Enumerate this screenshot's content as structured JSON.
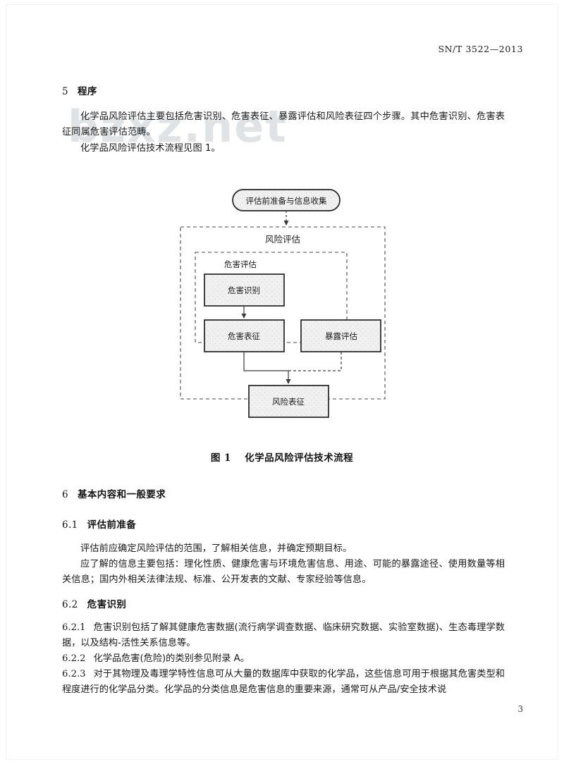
{
  "header": {
    "standard_no": "SN/T 3522—2013"
  },
  "footer": {
    "page_number": "3"
  },
  "watermark": {
    "text": "bzxz.net"
  },
  "sections": [
    {
      "number": "5",
      "title": "程序",
      "paragraphs": [
        "化学品风险评估主要包括危害识别、危害表征、暴露评估和风险表征四个步骤。其中危害识别、危害表征同属危害评估范畴。",
        "化学品风险评估技术流程见图 1。"
      ]
    },
    {
      "number": "6",
      "title": "基本内容和一般要求"
    },
    {
      "number": "6.1",
      "title": "评估前准备",
      "paragraphs": [
        "评估前应确定风险评估的范围，了解相关信息，并确定预期目标。",
        "应了解的信息主要包括：理化性质、健康危害与环境危害信息、用途、可能的暴露途径、使用数量等相关信息；国内外相关法律法规、标准、公开发表的文献、专家经验等信息。"
      ]
    },
    {
      "number": "6.2",
      "title": "危害识别",
      "clauses": [
        {
          "number": "6.2.1",
          "text": "危害识别包括了解其健康危害数据(流行病学调查数据、临床研究数据、实验室数据)、生态毒理学数据，以及结构-活性关系信息等。"
        },
        {
          "number": "6.2.2",
          "text": "化学品危害(危险)的类别参见附录 A。"
        },
        {
          "number": "6.2.3",
          "text": "对于其物理及毒理学特性信息可从大量的数据库中获取的化学品，这些信息可用于根据其危害类型和程度进行的化学品分类。化学品的分类信息是危害信息的重要来源，通常可从产品/安全技术说"
        }
      ]
    }
  ],
  "figure": {
    "caption_label": "图 1",
    "caption_title": "化学品风险评估技术流程",
    "nodes": {
      "start": "评估前准备与信息收集",
      "outer_group": "风险评估",
      "inner_group": "危害评估",
      "hazard_identification": "危害识别",
      "hazard_characterization": "危害表征",
      "exposure_assessment": "暴露评估",
      "risk_characterization": "风险表征"
    }
  },
  "colors": {
    "page_background": "#ffffff",
    "text": "#1a1a1a",
    "watermark": "#dfe3e6",
    "box_fill": "#f0f0f0",
    "box_border": "#2b2b2b",
    "dashed_border": "#4a4a4a"
  }
}
